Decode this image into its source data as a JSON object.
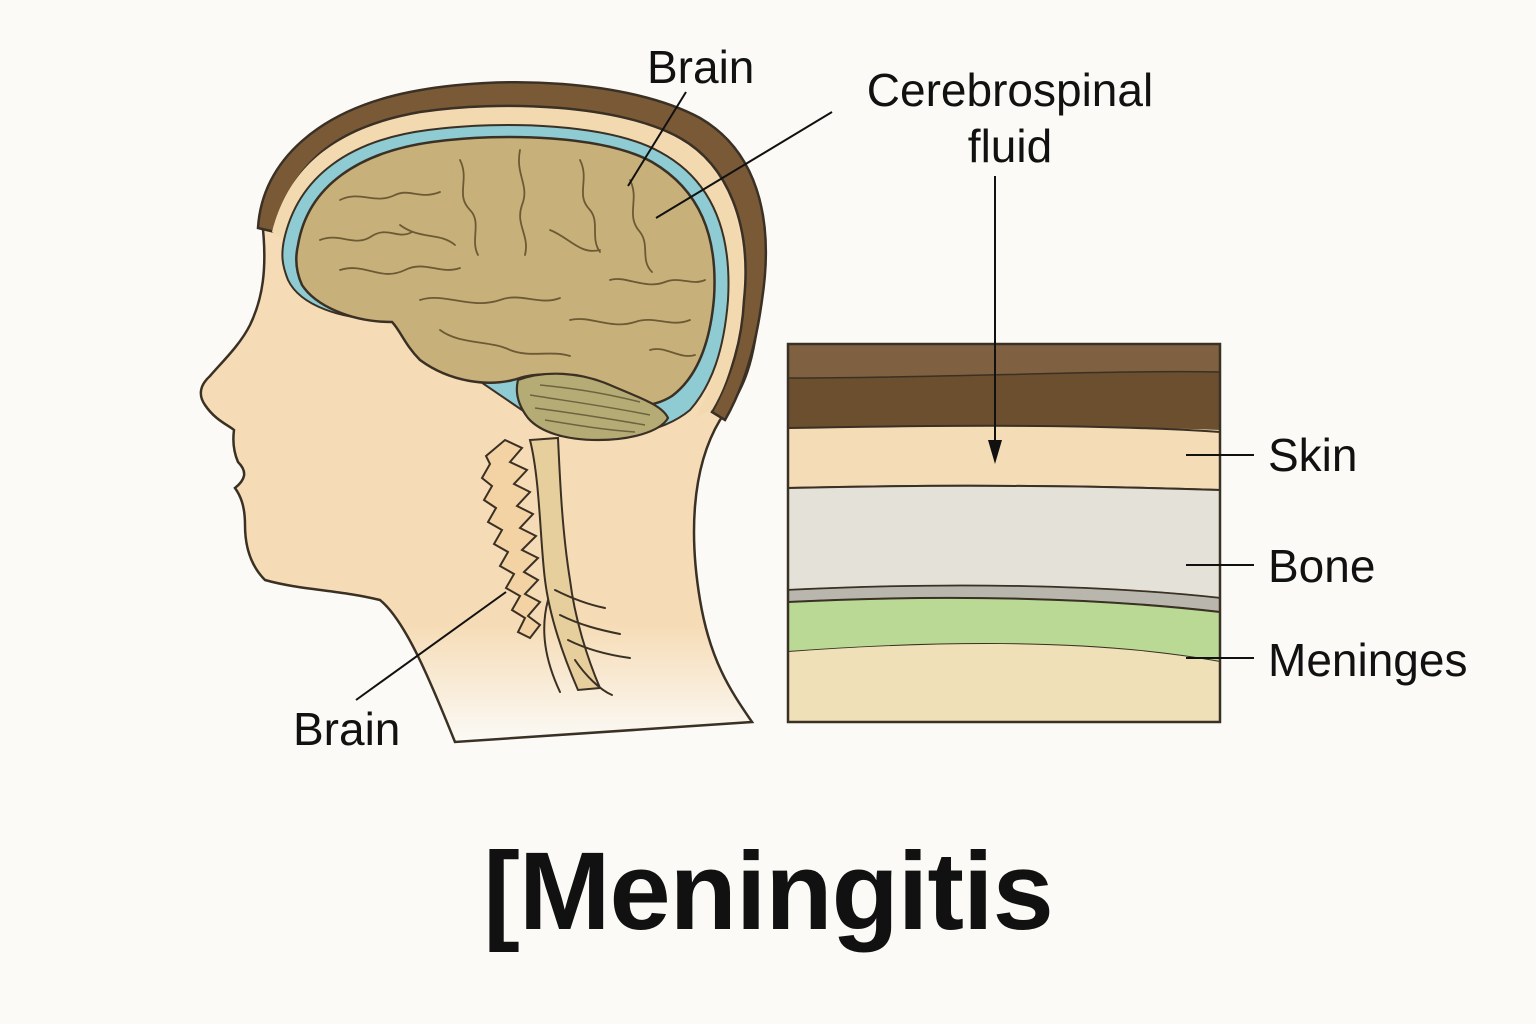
{
  "title": "[Meningitis",
  "labels": {
    "brain_top": "Brain",
    "csf_line1": "Cerebrospinal",
    "csf_line2": "fluid",
    "brain_bottom": "Brain",
    "skin": "Skin",
    "bone": "Bone",
    "meninges": "Meninges"
  },
  "colors": {
    "background": "#fbfaf6",
    "skin_tone": "#f6dcb6",
    "hair": "#7a5a36",
    "csf": "#8fcbd2",
    "brain": "#c7b07a",
    "cerebellum": "#b5ab74",
    "bone": "#e4e2d8",
    "meninges": "#b9d995",
    "outline": "#3a3024"
  }
}
